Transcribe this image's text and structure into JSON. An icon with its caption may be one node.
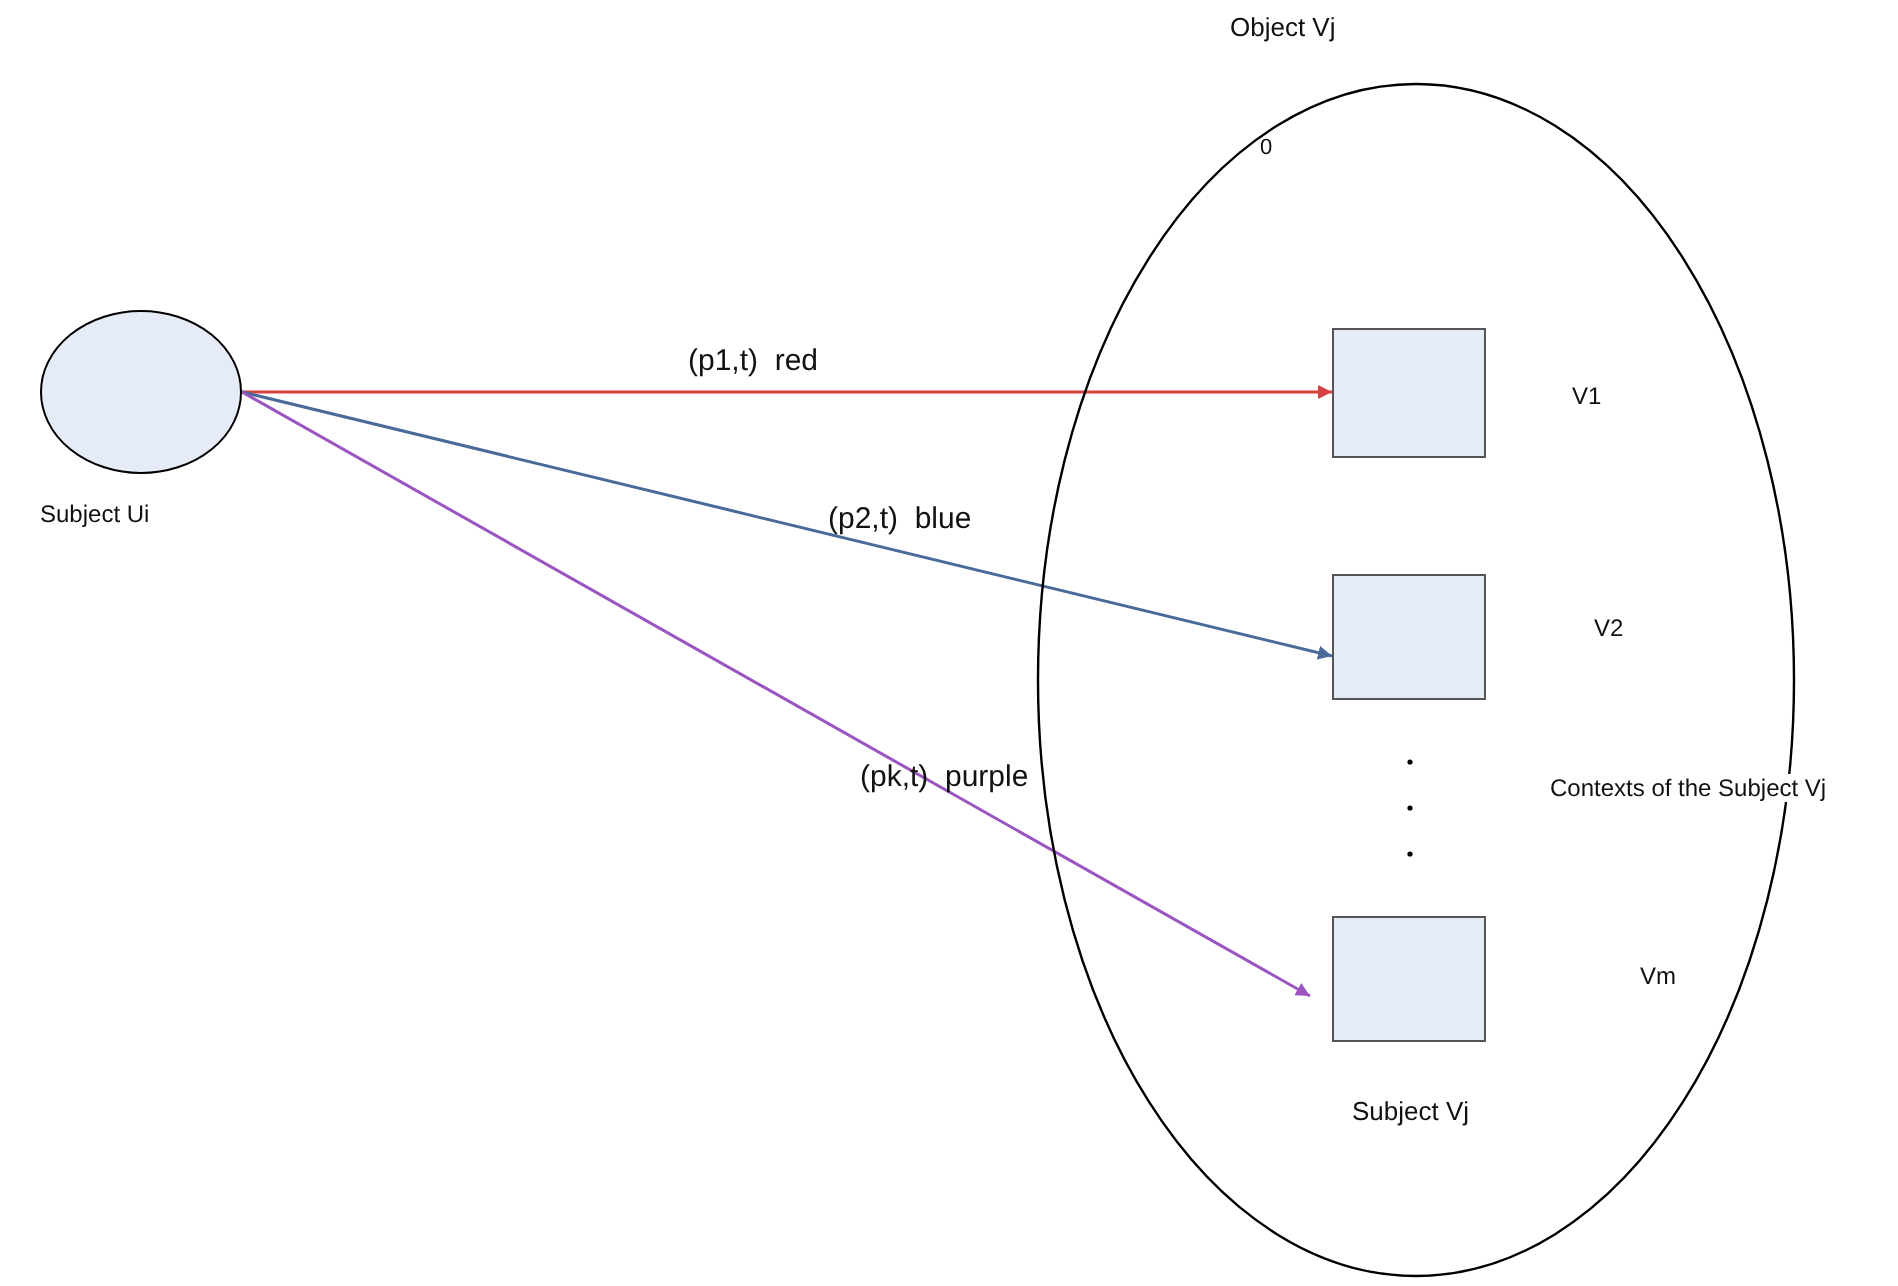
{
  "diagram": {
    "nodes": [
      {
        "text": [
          "Object Vj"
        ]
      },
      {
        "text": [],
        "shape": "circle",
        "beside": [
          "Subject Ui"
        ]
      },
      {
        "text": [],
        "shape": "box",
        "in": 0
      },
      {
        "text": [],
        "shape": "box",
        "in": 0
      },
      {
        "text": [],
        "shape": "box",
        "in": 0
      }
    ],
    "edges": [
      {
        "from": 1,
        "to": 2,
        "arrow": "to",
        "label": "(p1,t)  red",
        "color": "#d94040"
      },
      {
        "from": 1,
        "to": 3,
        "arrow": "to",
        "label": "(p2,t)  blue",
        "color": "#4a6b9a"
      },
      {
        "from": 1,
        "to": 4,
        "arrow": "to",
        "label": "(pk,t)  purple",
        "color": "#9a55c0"
      }
    ],
    "labels": [
      "0",
      "V1",
      "V2",
      "Contexts of the Subject Vj",
      "Vm",
      "Subject Vj"
    ]
  }
}
